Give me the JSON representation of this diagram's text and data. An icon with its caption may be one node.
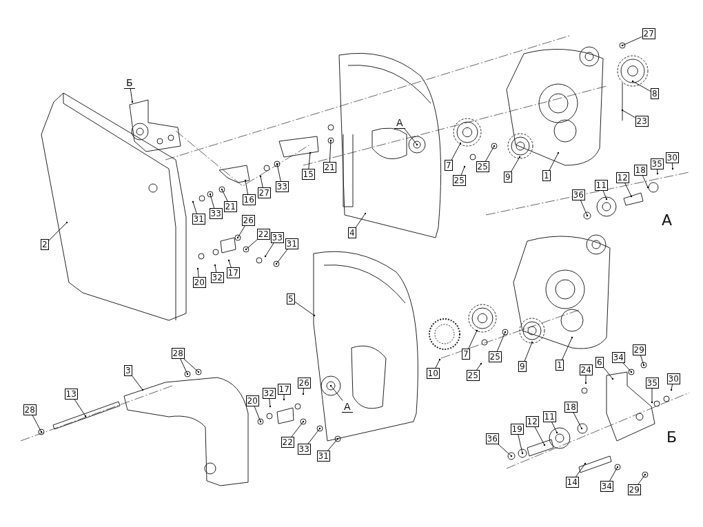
{
  "diagram": {
    "nodes": [
      {
        "text": [
          "Б"
        ]
      },
      {
        "text": [
          "2"
        ]
      },
      {
        "text": [
          "31"
        ]
      },
      {
        "text": [
          "33"
        ]
      },
      {
        "text": [
          "21"
        ]
      },
      {
        "text": [
          "16"
        ]
      },
      {
        "text": [
          "27"
        ]
      },
      {
        "text": [
          "33"
        ]
      },
      {
        "text": [
          "15"
        ]
      },
      {
        "text": [
          "21"
        ]
      },
      {
        "text": [
          "26"
        ]
      },
      {
        "text": [
          "22"
        ]
      },
      {
        "text": [
          "33"
        ]
      },
      {
        "text": [
          "31"
        ]
      },
      {
        "text": [
          "20"
        ]
      },
      {
        "text": [
          "32"
        ]
      },
      {
        "text": [
          "17"
        ]
      },
      {
        "text": [
          "4"
        ]
      },
      {
        "text": [
          "А"
        ]
      },
      {
        "text": [
          "7"
        ]
      },
      {
        "text": [
          "25"
        ]
      },
      {
        "text": [
          "25"
        ]
      },
      {
        "text": [
          "9"
        ]
      },
      {
        "text": [
          "1"
        ]
      },
      {
        "text": [
          "27"
        ]
      },
      {
        "text": [
          "8"
        ]
      },
      {
        "text": [
          "23"
        ]
      },
      {
        "text": [
          "36"
        ]
      },
      {
        "text": [
          "11"
        ]
      },
      {
        "text": [
          "12"
        ]
      },
      {
        "text": [
          "18"
        ]
      },
      {
        "text": [
          "35"
        ]
      },
      {
        "text": [
          "30"
        ]
      },
      {
        "text": [
          "5"
        ]
      },
      {
        "text": [
          "28"
        ]
      },
      {
        "text": [
          "3"
        ]
      },
      {
        "text": [
          "13"
        ]
      },
      {
        "text": [
          "28"
        ]
      },
      {
        "text": [
          "20"
        ]
      },
      {
        "text": [
          "32"
        ]
      },
      {
        "text": [
          "17"
        ]
      },
      {
        "text": [
          "26"
        ]
      },
      {
        "text": [
          "22"
        ]
      },
      {
        "text": [
          "33"
        ]
      },
      {
        "text": [
          "31"
        ]
      },
      {
        "text": [
          "А"
        ]
      },
      {
        "text": [
          "10"
        ]
      },
      {
        "text": [
          "7"
        ]
      },
      {
        "text": [
          "25"
        ]
      },
      {
        "text": [
          "25"
        ]
      },
      {
        "text": [
          "9"
        ]
      },
      {
        "text": [
          "1"
        ]
      },
      {
        "text": [
          "24"
        ]
      },
      {
        "text": [
          "6"
        ]
      },
      {
        "text": [
          "34"
        ]
      },
      {
        "text": [
          "29"
        ]
      },
      {
        "text": [
          "35"
        ]
      },
      {
        "text": [
          "30"
        ]
      },
      {
        "text": [
          "18"
        ]
      },
      {
        "text": [
          "11"
        ]
      },
      {
        "text": [
          "12"
        ]
      },
      {
        "text": [
          "19"
        ]
      },
      {
        "text": [
          "36"
        ]
      },
      {
        "text": [
          "14"
        ]
      },
      {
        "text": [
          "34"
        ]
      },
      {
        "text": [
          "29"
        ]
      }
    ],
    "edges": [
      {
        "from": 0,
        "to": null,
        "arrow": "other"
      },
      {
        "from": 1,
        "to": null,
        "arrow": "other"
      },
      {
        "from": 2,
        "to": null,
        "arrow": "other"
      },
      {
        "from": 3,
        "to": null,
        "arrow": "other"
      },
      {
        "from": 4,
        "to": null,
        "arrow": "other"
      },
      {
        "from": 5,
        "to": null,
        "arrow": "other"
      },
      {
        "from": 6,
        "to": null,
        "arrow": "other"
      },
      {
        "from": 7,
        "to": null,
        "arrow": "other"
      },
      {
        "from": 8,
        "to": null,
        "arrow": "other"
      },
      {
        "from": 9,
        "to": null,
        "arrow": "other"
      },
      {
        "from": 10,
        "to": null,
        "arrow": "other"
      },
      {
        "from": 11,
        "to": null,
        "arrow": "other"
      },
      {
        "from": 12,
        "to": null,
        "arrow": "other"
      },
      {
        "from": 13,
        "to": null,
        "arrow": "other"
      },
      {
        "from": 14,
        "to": null,
        "arrow": "other"
      },
      {
        "from": 15,
        "to": null,
        "arrow": "other"
      },
      {
        "from": 16,
        "to": null,
        "arrow": "other"
      },
      {
        "from": 17,
        "to": null,
        "arrow": "other"
      },
      {
        "from": 18,
        "to": null,
        "arrow": "other"
      },
      {
        "from": 19,
        "to": null,
        "arrow": "other"
      },
      {
        "from": 20,
        "to": null,
        "arrow": "other"
      },
      {
        "from": 21,
        "to": null,
        "arrow": "other"
      },
      {
        "from": 22,
        "to": null,
        "arrow": "other"
      },
      {
        "from": 23,
        "to": null,
        "arrow": "other"
      },
      {
        "from": 24,
        "to": null,
        "arrow": "other"
      },
      {
        "from": 25,
        "to": null,
        "arrow": "other"
      },
      {
        "from": 26,
        "to": null,
        "arrow": "other"
      },
      {
        "from": 27,
        "to": null,
        "arrow": "other"
      },
      {
        "from": 28,
        "to": null,
        "arrow": "other"
      },
      {
        "from": 29,
        "to": null,
        "arrow": "other"
      },
      {
        "from": 30,
        "to": null,
        "arrow": "other"
      },
      {
        "from": 31,
        "to": null,
        "arrow": "other"
      },
      {
        "from": 32,
        "to": null,
        "arrow": "other"
      },
      {
        "from": 33,
        "to": null,
        "arrow": "other"
      },
      {
        "from": 34,
        "to": null,
        "arrow": "other"
      },
      {
        "from": 34,
        "to": null,
        "arrow": "other"
      },
      {
        "from": 35,
        "to": null,
        "arrow": "other"
      },
      {
        "from": 36,
        "to": null,
        "arrow": "other"
      },
      {
        "from": 37,
        "to": null,
        "arrow": "other"
      },
      {
        "from": 38,
        "to": null,
        "arrow": "other"
      },
      {
        "from": 39,
        "to": null,
        "arrow": "other"
      },
      {
        "from": 40,
        "to": null,
        "arrow": "other"
      },
      {
        "from": 41,
        "to": null,
        "arrow": "other"
      },
      {
        "from": 42,
        "to": null,
        "arrow": "other"
      },
      {
        "from": 43,
        "to": null,
        "arrow": "other"
      },
      {
        "from": 44,
        "to": null,
        "arrow": "other"
      },
      {
        "from": 45,
        "to": null,
        "arrow": "other"
      },
      {
        "from": 46,
        "to": null,
        "arrow": "other"
      },
      {
        "from": 47,
        "to": null,
        "arrow": "other"
      },
      {
        "from": 48,
        "to": null,
        "arrow": "other"
      },
      {
        "from": 49,
        "to": null,
        "arrow": "other"
      },
      {
        "from": 50,
        "to": null,
        "arrow": "other"
      },
      {
        "from": 51,
        "to": null,
        "arrow": "other"
      },
      {
        "from": 52,
        "to": null,
        "arrow": "other"
      },
      {
        "from": 53,
        "to": null,
        "arrow": "other"
      },
      {
        "from": 54,
        "to": null,
        "arrow": "other"
      },
      {
        "from": 55,
        "to": null,
        "arrow": "other"
      },
      {
        "from": 56,
        "to": null,
        "arrow": "other"
      },
      {
        "from": 57,
        "to": null,
        "arrow": "other"
      },
      {
        "from": 58,
        "to": null,
        "arrow": "other"
      },
      {
        "from": 59,
        "to": null,
        "arrow": "other"
      },
      {
        "from": 60,
        "to": null,
        "arrow": "other"
      },
      {
        "from": 61,
        "to": null,
        "arrow": "other"
      },
      {
        "from": 62,
        "to": null,
        "arrow": "other"
      },
      {
        "from": 63,
        "to": null,
        "arrow": "other"
      },
      {
        "from": 64,
        "to": null,
        "arrow": "other"
      },
      {
        "from": 65,
        "to": null,
        "arrow": "other"
      }
    ],
    "labels": [
      "А",
      "Б"
    ]
  }
}
